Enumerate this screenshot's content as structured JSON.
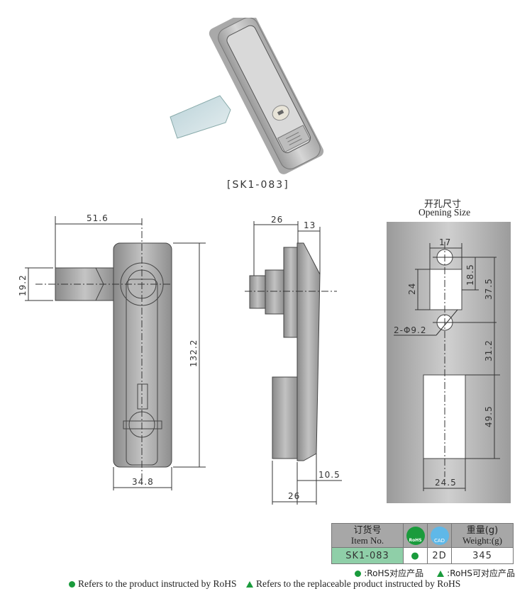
{
  "product": {
    "model_label": "[SK1-083]"
  },
  "front_view": {
    "dims": {
      "lever_reach": "51.6",
      "lever_height": "19.2",
      "overall_height": "132.2",
      "body_width": "34.8"
    }
  },
  "side_view": {
    "dims": {
      "top_depth": "26",
      "top_offset": "13",
      "bottom_offset": "10.5",
      "bottom_depth": "26"
    }
  },
  "opening_size": {
    "title_cn": "开孔尺寸",
    "title_en": "Opening Size",
    "dims": {
      "top_width": "17",
      "upper_slot_height": "24",
      "hole_to_slot": "18.5",
      "hole_spacing": "37.5",
      "hole_note": "2-Φ9.2",
      "hole_to_lower_slot": "31.2",
      "lower_slot_height": "49.5",
      "lower_slot_width": "24.5"
    }
  },
  "table": {
    "headers": {
      "item_cn": "订货号",
      "item_en": "Item No.",
      "rohs_icon": "RoHS",
      "cad_icon": "CAD",
      "weight_cn": "重量(g)",
      "weight_en": "Weight:(g)"
    },
    "row": {
      "item_no": "SK1-083",
      "rohs": "●",
      "cad": "2D",
      "weight": "345"
    }
  },
  "legend": {
    "cn_dot": ":RoHS对应产品",
    "cn_tri": ":RoHS可对应产品",
    "en_dot": "Refers to the product instructed by RoHS",
    "en_tri": "Refers to the replaceable product instructed by RoHS"
  },
  "colors": {
    "rohs_green": "#1a9b3c",
    "item_cell": "#8fcfa8",
    "header_gray": "#a7a7a7",
    "cad_blue": "#5fb8e8"
  }
}
